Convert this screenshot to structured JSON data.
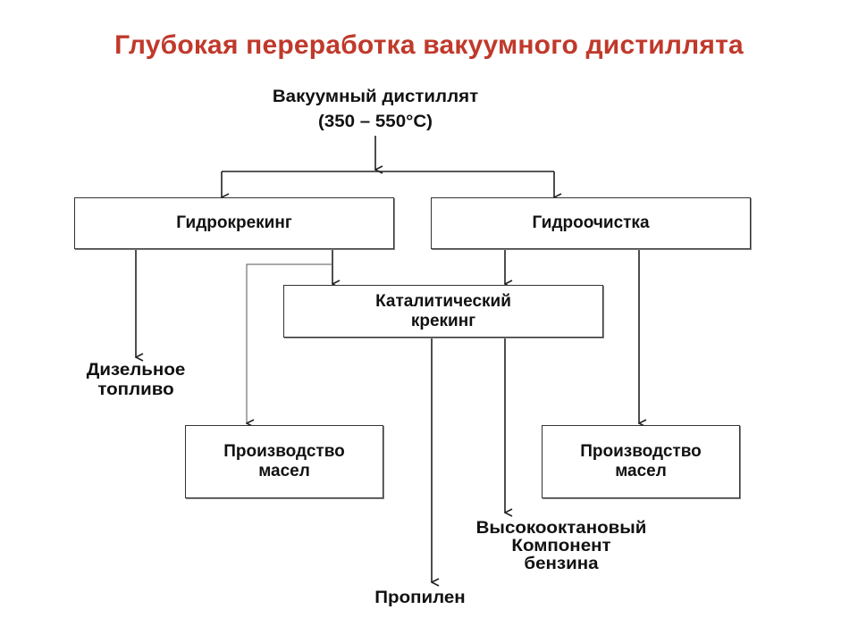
{
  "title": "Глубокая переработка вакуумного дистиллята",
  "source": {
    "line1": "Вакуумный дистиллят",
    "line2": "(350 – 550°С)"
  },
  "nodes": {
    "hydrocracking": "Гидрокрекинг",
    "hydrotreating": "Гидроочистка",
    "catalytic_cracking_l1": "Каталитический",
    "catalytic_cracking_l2": "крекинг",
    "oil_production_left_l1": "Производство",
    "oil_production_left_l2": "масел",
    "oil_production_right_l1": "Производство",
    "oil_production_right_l2": "масел"
  },
  "outputs": {
    "diesel_l1": "Дизельное",
    "diesel_l2": "топливо",
    "gasoline_l1": "Высокооктановый",
    "gasoline_l2": "Компонент",
    "gasoline_l3": "бензина",
    "propylene": "Пропилен"
  },
  "colors": {
    "title": "#c0392b",
    "lines": "#222222"
  }
}
